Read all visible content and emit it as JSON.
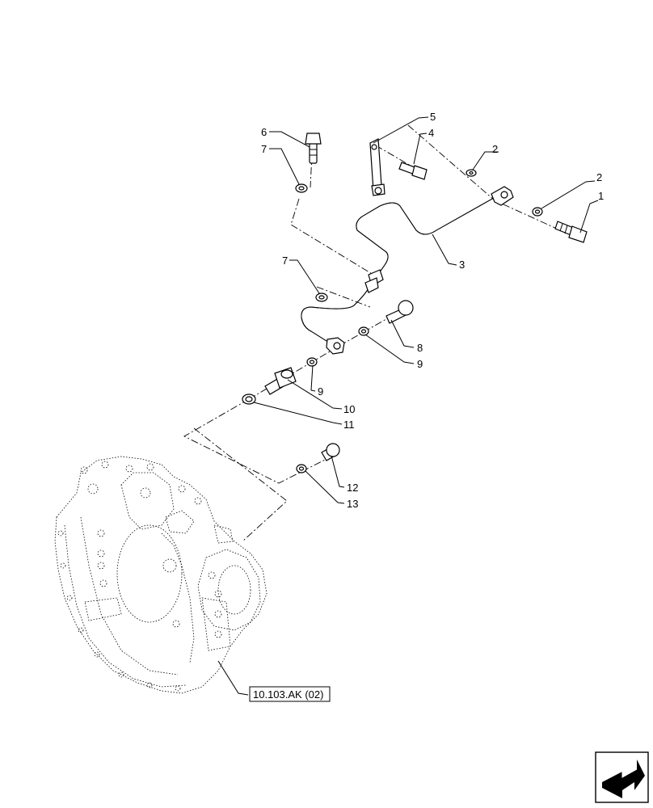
{
  "callouts": {
    "c1": "1",
    "c2a": "2",
    "c2b": "2",
    "c3": "3",
    "c4": "4",
    "c5": "5",
    "c6": "6",
    "c7a": "7",
    "c7b": "7",
    "c8": "8",
    "c9a": "9",
    "c9b": "9",
    "c10": "10",
    "c11": "11",
    "c12": "12",
    "c13": "13"
  },
  "reference": {
    "label": "10.103.AK (02)"
  },
  "icons": {
    "navigation": "arrow-box-icon"
  }
}
